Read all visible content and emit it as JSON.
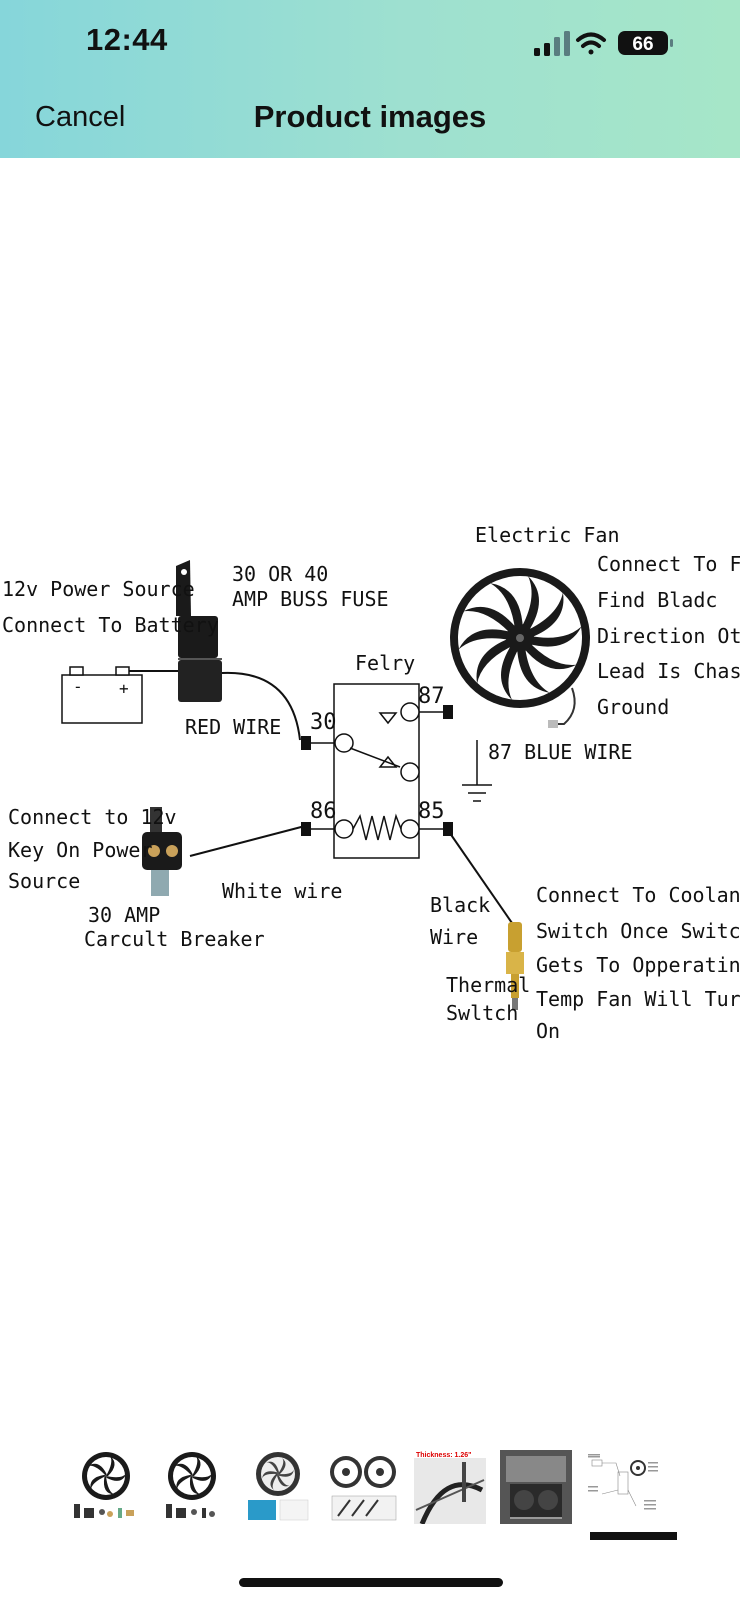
{
  "status_bar": {
    "time": "12:44",
    "battery": "66"
  },
  "nav": {
    "cancel_label": "Cancel",
    "title": "Product images"
  },
  "diagram": {
    "power_source": [
      "12v Power Source",
      "Connect To Battery"
    ],
    "battery_minus": "-",
    "battery_plus": "+",
    "fuse": [
      "30 OR 40",
      "AMP BUSS FUSE"
    ],
    "red_wire": "RED WIRE",
    "relay_label": "Felry",
    "pin_30": "30",
    "pin_87": "87",
    "pin_86": "86",
    "pin_85": "85",
    "fan_title": "Electric Fan",
    "fan_note": [
      "Connect To Fan",
      "Find Bladc",
      "Direction Other",
      "Lead Is Chassis",
      "Ground"
    ],
    "blue_wire": "87 BLUE WIRE",
    "key_power": [
      "Connect to 12v",
      "Key On Power",
      "Source"
    ],
    "breaker": [
      "30 AMP",
      "Carcult Breaker"
    ],
    "white_wire": "White wire",
    "black_wire": [
      "Black",
      "Wire"
    ],
    "thermal_switch": [
      "Thermal",
      "Swltch"
    ],
    "coolant_note": [
      "Connect To Coolant",
      "Switch Once Switch",
      "Gets To Opperating",
      "Temp Fan Will Turn",
      "On"
    ]
  },
  "thumbnails": {
    "count": 7,
    "selected_index": 6,
    "thumb5_caption": "Thickness: 1.26\""
  }
}
